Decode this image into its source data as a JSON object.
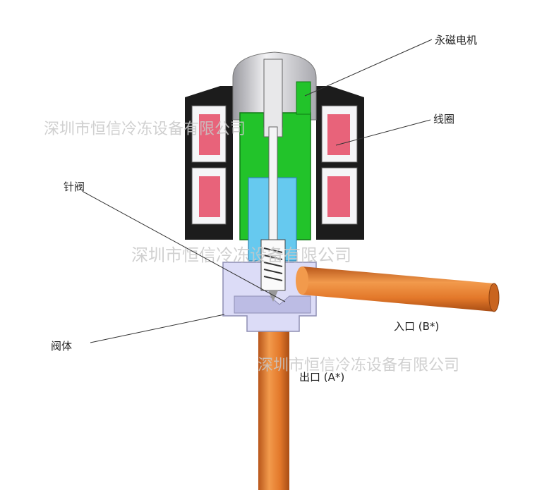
{
  "labels": {
    "motor": "永磁电机",
    "coil": "线圈",
    "needle": "针阀",
    "body": "阀体",
    "inlet": "入口 (B*)",
    "outlet": "出口 (A*)"
  },
  "watermarks": [
    "深圳市恒信冷冻设备有限公司",
    "深圳市恒信冷冻设备有限公司",
    "深圳市恒信冷冻设备有限公司"
  ],
  "colors": {
    "coil_housing": "#1c1c1c",
    "coil_winding": "#e8637a",
    "rotor_green": "#22c32a",
    "seat_blue": "#66c9ef",
    "body_lavender": "#d9d9f6",
    "cap_grey": "#d6d6da",
    "pipe_orange": "#e3782a"
  }
}
